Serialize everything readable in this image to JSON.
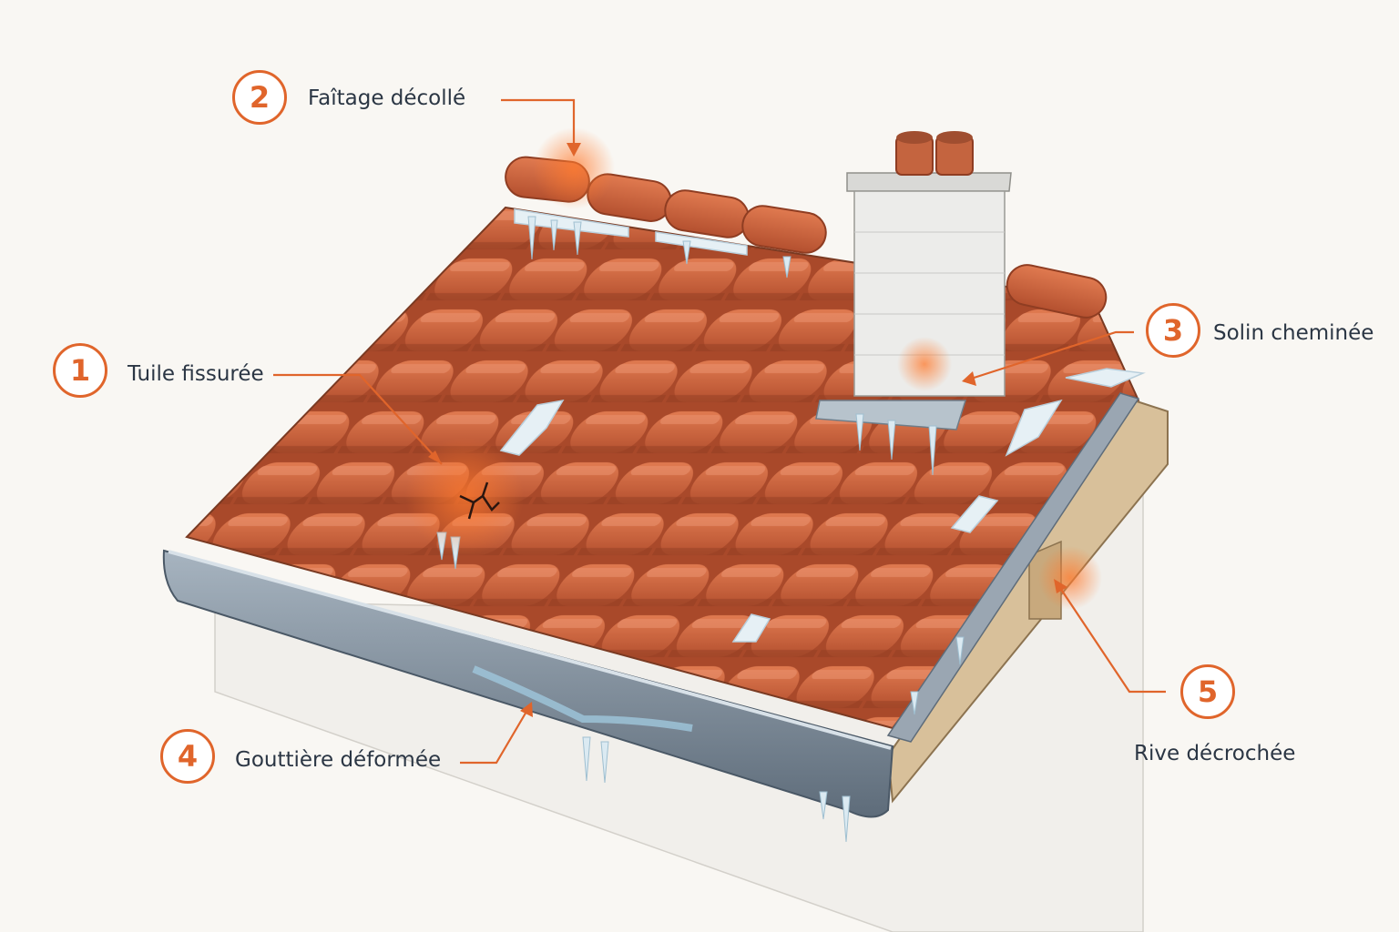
{
  "callouts": [
    {
      "number": "1",
      "label": "Tuile fissurée"
    },
    {
      "number": "2",
      "label": "Faîtage décollé"
    },
    {
      "number": "3",
      "label": "Solin cheminée"
    },
    {
      "number": "4",
      "label": "Gouttière déformée"
    },
    {
      "number": "5",
      "label": "Rive décrochée"
    }
  ],
  "colors": {
    "accent": "#e0652b",
    "tile": "#c9603a",
    "ice": "#dbeaf2",
    "gutter": "#7e8e9d",
    "text": "#2b3644"
  }
}
